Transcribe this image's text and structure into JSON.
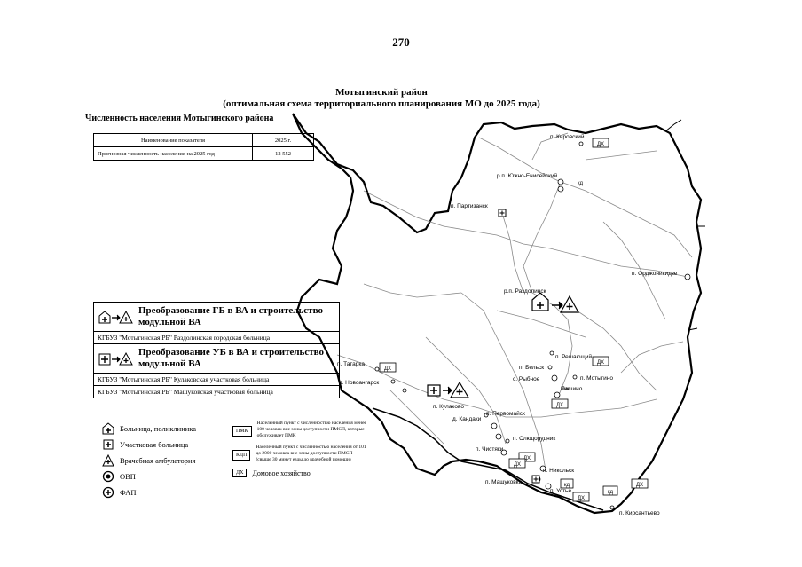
{
  "page_number": "270",
  "title": {
    "line1": "Мотыгинский район",
    "line2": "(оптимальная схема территориального планирования МО до 2025 года)"
  },
  "population": {
    "heading": "Численность населения Мотыгинского района",
    "headers": [
      "Наименование показателя",
      "2025 г."
    ],
    "rows": [
      [
        "Прогнозная численность населения на 2025 год",
        "12 552"
      ]
    ]
  },
  "transform_legend": {
    "gb_title": "Преобразование ГБ в ВА и строительство модульной ВА",
    "gb_items": [
      "КГБУЗ \"Мотыгинская РБ\" Раздолинская городская больница"
    ],
    "ub_title": "Преобразование УБ в ВА и строительство модульной ВА",
    "ub_items": [
      "КГБУЗ \"Мотыгинская РБ\" Кулаковская участковая больница",
      "КГБУЗ \"Мотыгинская РБ\" Машуковская участковая больница"
    ]
  },
  "symbol_legend": [
    {
      "icon": "hospital-house-icon",
      "label": "Больница, поликлиника"
    },
    {
      "icon": "district-hospital-icon",
      "label": "Участковая больница"
    },
    {
      "icon": "ambulatory-triangle-icon",
      "label": "Врачебная амбулатория"
    },
    {
      "icon": "ovp-circle-icon",
      "label": "ОВП"
    },
    {
      "icon": "fap-circle-icon",
      "label": "ФАП"
    }
  ],
  "text_legend": [
    {
      "code": "ПМК",
      "text": "Населенный пункт с численностью населения менее 100 человек вне зоны доступности ПМСП, которые обслуживает ПМК"
    },
    {
      "code": "КДП",
      "text": "Населенный пункт с численностью населения от 101 до 2000 человек вне зоны доступности ПМСП (свыше 30 минут езды до врачебной помощи)"
    }
  ],
  "household_legend": {
    "code": "ДХ",
    "label": "Домовое хозяйство"
  },
  "map": {
    "settlements": {
      "kirovsky": "п. Кировский",
      "yuzhno": "р.п. Южно-Енисейский",
      "partizansk": "п. Партизанск",
      "razdolinsk": "р.п. Раздолинск",
      "ordzhonikidze": "п. Орджоникидзе",
      "tatarka": "п. Татарка",
      "novoangarsk": "п. Новоангарск",
      "reshayushchiy": "п. Решающий",
      "belsk": "п. Бельск",
      "rybnoe": "с. Рыбное",
      "motygino": "п. Мотыгино",
      "pashino": "Пашино",
      "kulakovo": "п. Кулаково",
      "kandaki": "д. Кандаки",
      "pervomaysk": "п. Первомайск",
      "slyudorudnik": "п. Слюдорудник",
      "chistyaki": "п. Чистяки",
      "nikolsk": "п. Никольск",
      "mashukovka": "п. Машуковка",
      "ustye": "п. Устье",
      "kirsantyevo": "п. Кирсантьево"
    },
    "tags": {
      "dx": "ДХ",
      "kd": "кд",
      "pmk": "пмк"
    }
  },
  "colors": {
    "ink": "#000000",
    "roads": "#8a8a8a",
    "border": "#000000"
  }
}
